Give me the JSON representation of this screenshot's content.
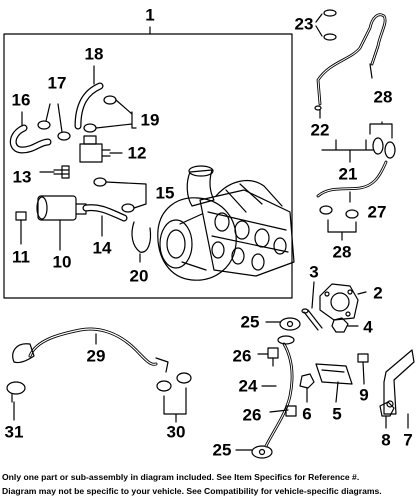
{
  "callouts": [
    {
      "id": "c1",
      "text": "1"
    },
    {
      "id": "c2",
      "text": "2"
    },
    {
      "id": "c3",
      "text": "3"
    },
    {
      "id": "c4",
      "text": "4"
    },
    {
      "id": "c5",
      "text": "5"
    },
    {
      "id": "c6",
      "text": "6"
    },
    {
      "id": "c7",
      "text": "7"
    },
    {
      "id": "c8",
      "text": "8"
    },
    {
      "id": "c9",
      "text": "9"
    },
    {
      "id": "c10",
      "text": "10"
    },
    {
      "id": "c11",
      "text": "11"
    },
    {
      "id": "c12",
      "text": "12"
    },
    {
      "id": "c13",
      "text": "13"
    },
    {
      "id": "c14",
      "text": "14"
    },
    {
      "id": "c15",
      "text": "15"
    },
    {
      "id": "c16",
      "text": "16"
    },
    {
      "id": "c17",
      "text": "17"
    },
    {
      "id": "c18",
      "text": "18"
    },
    {
      "id": "c19",
      "text": "19"
    },
    {
      "id": "c20",
      "text": "20"
    },
    {
      "id": "c21",
      "text": "21"
    },
    {
      "id": "c22",
      "text": "22"
    },
    {
      "id": "c23",
      "text": "23"
    },
    {
      "id": "c24",
      "text": "24"
    },
    {
      "id": "c25a",
      "text": "25"
    },
    {
      "id": "c25b",
      "text": "25"
    },
    {
      "id": "c26a",
      "text": "26"
    },
    {
      "id": "c26b",
      "text": "26"
    },
    {
      "id": "c27",
      "text": "27"
    },
    {
      "id": "c28a",
      "text": "28"
    },
    {
      "id": "c28b",
      "text": "28"
    },
    {
      "id": "c29",
      "text": "29"
    },
    {
      "id": "c30",
      "text": "30"
    },
    {
      "id": "c31",
      "text": "31"
    }
  ],
  "footer": {
    "line1": "Only one part or sub-assembly in diagram included. See Item Specifics for Reference #.",
    "line2": "Diagram may not be specific to your vehicle. See Compatibility for vehicle-specific diagrams."
  },
  "colors": {
    "ink": "#000000",
    "background": "#ffffff"
  }
}
